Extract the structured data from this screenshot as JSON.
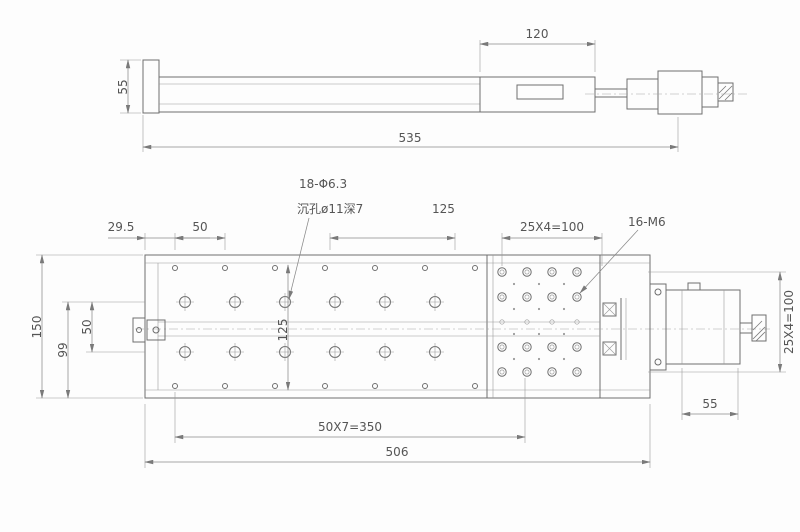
{
  "side_view": {
    "dim_120": "120",
    "dim_535": "535",
    "dim_55": "55"
  },
  "plan_view": {
    "dim_29_5": "29.5",
    "dim_50_top": "50",
    "note_18_holes": "18-Φ6.3",
    "note_counterbore": "沉孔ø11深7",
    "dim_125_top": "125",
    "dim_25x4_top": "25X4=100",
    "note_16_m6": "16-M6",
    "dim_150": "150",
    "dim_99": "99",
    "dim_50_left": "50",
    "dim_125_vertical": "125",
    "dim_25x4_right": "25X4=100",
    "dim_50x7": "50X7=350",
    "dim_506": "506",
    "dim_55_motor": "55"
  }
}
